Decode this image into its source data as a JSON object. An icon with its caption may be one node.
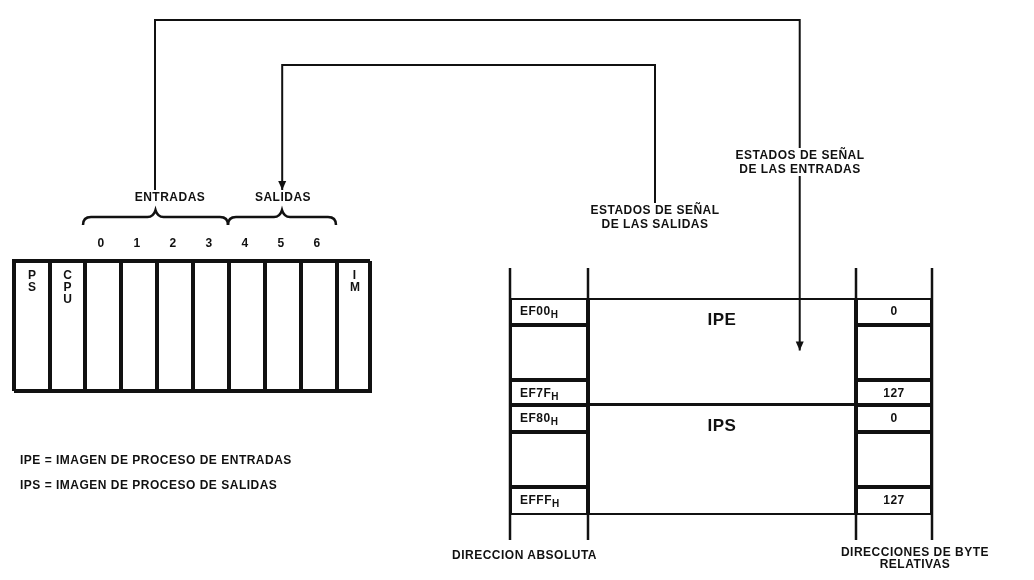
{
  "diagram": {
    "nodes": [
      {
        "text": [
          "ENTRADAS"
        ]
      },
      {
        "text": [
          "SALIDAS"
        ]
      },
      {
        "text": [],
        "shape": "box"
      },
      {
        "text": [
          "PS"
        ],
        "in": 2
      },
      {
        "text": [
          "CPU"
        ],
        "in": 2
      },
      {
        "text": [],
        "shape": "box",
        "in": 2,
        "beside": [
          "0"
        ]
      },
      {
        "text": [],
        "shape": "box",
        "in": 2,
        "beside": [
          "1"
        ]
      },
      {
        "text": [],
        "shape": "box",
        "in": 2,
        "beside": [
          "2"
        ]
      },
      {
        "text": [],
        "shape": "box",
        "in": 2,
        "beside": [
          "3"
        ]
      },
      {
        "text": [],
        "shape": "box",
        "in": 2,
        "beside": [
          "4"
        ]
      },
      {
        "text": [],
        "shape": "box",
        "in": 2,
        "beside": [
          "5"
        ]
      },
      {
        "text": [],
        "shape": "box",
        "in": 2,
        "beside": [
          "6"
        ]
      },
      {
        "text": [
          "IM"
        ],
        "in": 2
      },
      {
        "text": [
          "ESTADOS DE SEÑAL DE LAS SALIDAS"
        ]
      },
      {
        "text": [
          "IPE"
        ]
      },
      {
        "text": [
          "IPS"
        ]
      },
      {
        "text": [
          "EF00$_{H}$"
        ]
      },
      {
        "text": [],
        "shape": "box"
      },
      {
        "text": [
          "EF7F$_{H}$"
        ]
      },
      {
        "text": [
          "EF80$_{H}$"
        ]
      },
      {
        "text": [],
        "shape": "box"
      },
      {
        "text": [
          "EFFF$_{H}$"
        ]
      },
      {
        "text": [
          "0"
        ]
      },
      {
        "text": [],
        "shape": "box"
      },
      {
        "text": [
          "127"
        ]
      },
      {
        "text": [
          "0"
        ]
      },
      {
        "text": [],
        "shape": "box"
      },
      {
        "text": [
          "127"
        ]
      }
    ],
    "edges": [
      {
        "from": 0,
        "to": 14,
        "arrow": "to",
        "label": "ESTADOS DE SEÑAL DE LAS ENTRADAS"
      },
      {
        "from": 13,
        "to": 1,
        "arrow": "to"
      }
    ],
    "labels": [
      "IPE = IMAGEN DE PROCESO DE ENTRADAS",
      "IPS = IMAGEN DE PROCESO DE SALIDAS",
      "DIRECCION ABSOLUTA",
      "DIRECCIONES DE BYTE RELATIVAS"
    ]
  }
}
